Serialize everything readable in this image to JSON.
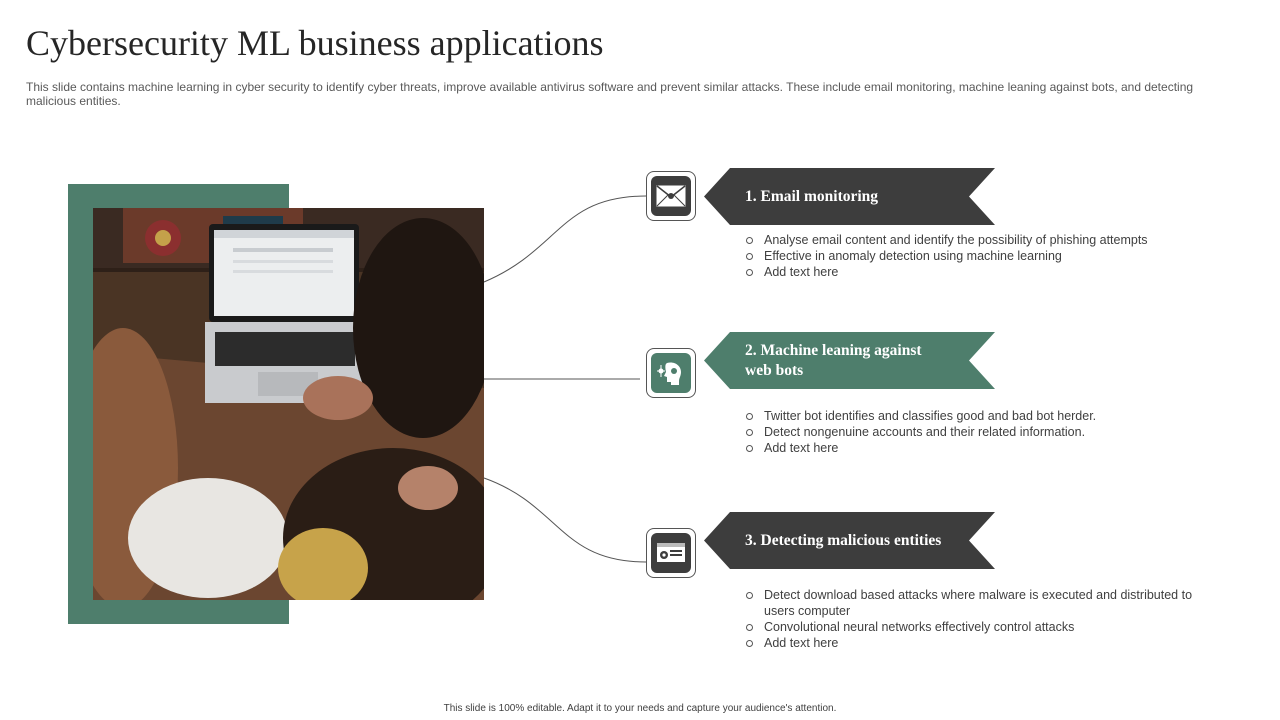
{
  "title": "Cybersecurity ML business applications",
  "subtitle": "This slide contains machine learning in cyber security to identify cyber threats, improve available antivirus software and prevent similar attacks. These  include email monitoring, machine leaning against bots, and detecting malicious entities.",
  "colors": {
    "accent_green": "#4e7e6c",
    "dark_banner": "#3d3d3d"
  },
  "items": [
    {
      "icon": "envelope-icon",
      "heading": "1. Email  monitoring",
      "bullets": [
        "Analyse email content and identify the possibility of phishing attempts",
        "Effective  in anomaly detection using machine learning",
        "Add text here"
      ]
    },
    {
      "icon": "bot-head-icon",
      "heading": "2. Machine leaning against web bots",
      "bullets": [
        "Twitter bot identifies and classifies good and bad bot herder.",
        "Detect nongenuine  accounts and their related information.",
        "Add text here"
      ]
    },
    {
      "icon": "certificate-icon",
      "heading": "3. Detecting malicious  entities",
      "bullets": [
        "Detect download based attacks where malware is executed and distributed to users computer",
        "Convolutional  neural networks effectively  control attacks",
        "Add text here"
      ]
    }
  ],
  "footer": "This slide is 100% editable.  Adapt it to your needs and capture your audience's attention."
}
